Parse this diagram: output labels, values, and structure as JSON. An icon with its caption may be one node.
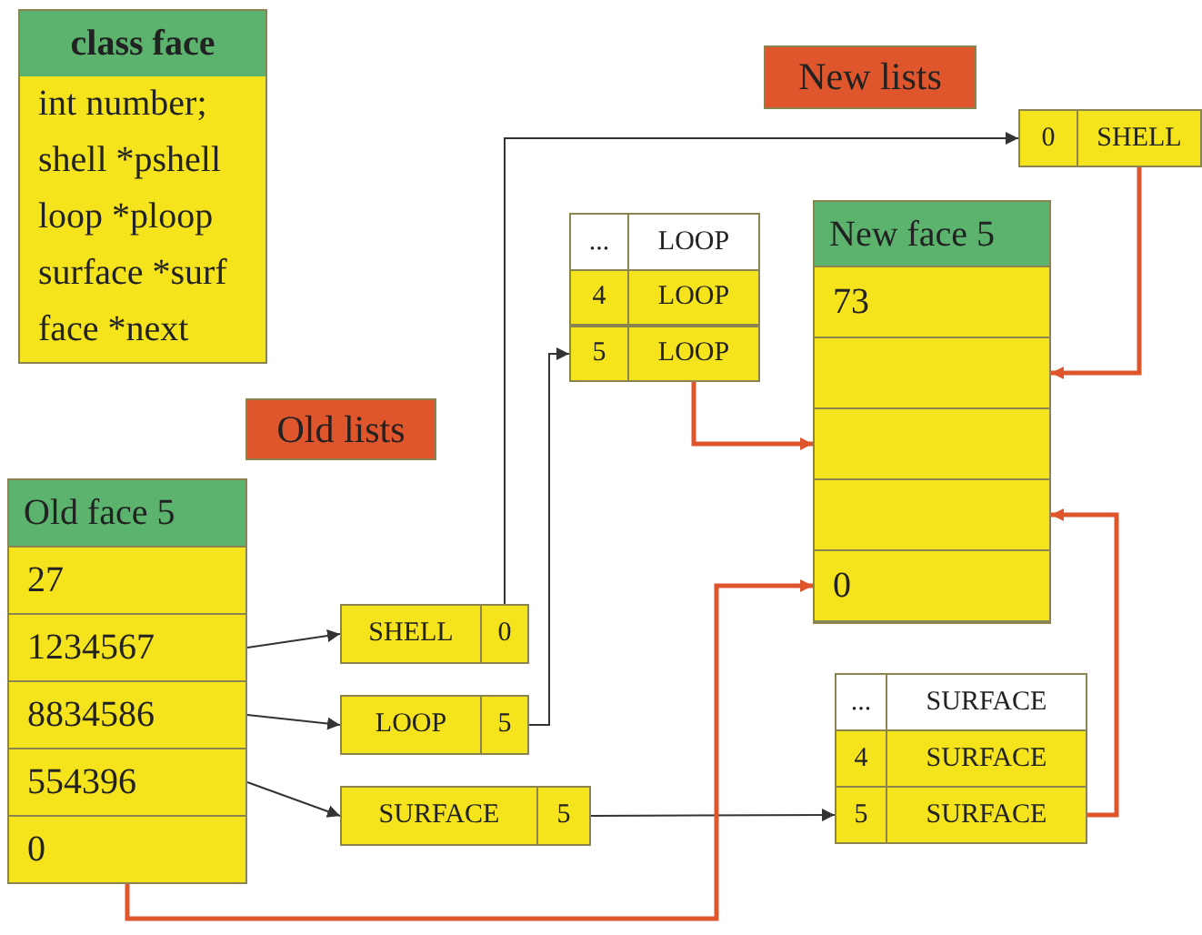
{
  "diagram": {
    "nodes": [
      {
        "text": [
          "class face",
          "int number;",
          "shell *pshell",
          "loop *ploop",
          "surface *surf",
          "face *next"
        ]
      },
      {
        "text": [
          "New lists"
        ]
      },
      {
        "text": [
          "Old lists"
        ]
      },
      {
        "text": [
          "Old face 5"
        ]
      },
      {
        "text": [
          "27"
        ],
        "in": 3
      },
      {
        "text": [
          "1234567"
        ],
        "in": 3
      },
      {
        "text": [
          "8834586"
        ],
        "in": 3
      },
      {
        "text": [
          "554396"
        ],
        "in": 3
      },
      {
        "text": [
          "0"
        ],
        "in": 3
      },
      {
        "text": [
          "SHELL"
        ]
      },
      {
        "text": [
          "0"
        ]
      },
      {
        "text": [
          "LOOP"
        ]
      },
      {
        "text": [
          "5"
        ]
      },
      {
        "text": [
          "SURFACE"
        ]
      },
      {
        "text": [
          "5"
        ]
      },
      {
        "text": [
          "0"
        ]
      },
      {
        "text": [
          "SHELL"
        ]
      },
      {
        "text": [
          "..."
        ]
      },
      {
        "text": [
          "LOOP"
        ]
      },
      {
        "text": [
          "4"
        ]
      },
      {
        "text": [
          "LOOP"
        ]
      },
      {
        "text": [
          "5"
        ]
      },
      {
        "text": [
          "LOOP"
        ]
      },
      {
        "text": [
          "New face 5"
        ]
      },
      {
        "text": [
          "73"
        ],
        "in": 23
      },
      {
        "text": [],
        "shape": "box",
        "in": 23
      },
      {
        "text": [],
        "shape": "box",
        "in": 23
      },
      {
        "text": [],
        "shape": "box",
        "in": 23
      },
      {
        "text": [
          "0"
        ],
        "in": 23
      },
      {
        "text": [
          "..."
        ]
      },
      {
        "text": [
          "SURFACE"
        ]
      },
      {
        "text": [
          "4"
        ]
      },
      {
        "text": [
          "SURFACE"
        ]
      },
      {
        "text": [
          "5"
        ]
      },
      {
        "text": [
          "SURFACE"
        ]
      }
    ],
    "edges": [
      {
        "from": 5,
        "to": 9,
        "arrow": "to"
      },
      {
        "from": 6,
        "to": 11,
        "arrow": "to"
      },
      {
        "from": 7,
        "to": 13,
        "arrow": "to"
      },
      {
        "from": 10,
        "to": 15,
        "arrow": "to"
      },
      {
        "from": 12,
        "to": 21,
        "arrow": "to"
      },
      {
        "from": 14,
        "to": 33,
        "arrow": "to"
      },
      {
        "from": 16,
        "to": 25,
        "arrow": "to",
        "style": "thick",
        "color": "#e0562c"
      },
      {
        "from": 22,
        "to": 26,
        "arrow": "to",
        "style": "thick",
        "color": "#e0562c"
      },
      {
        "from": 34,
        "to": 27,
        "arrow": "to",
        "style": "thick",
        "color": "#e0562c"
      },
      {
        "from": 8,
        "to": 28,
        "arrow": "to",
        "style": "thick",
        "color": "#e0562c"
      }
    ]
  }
}
